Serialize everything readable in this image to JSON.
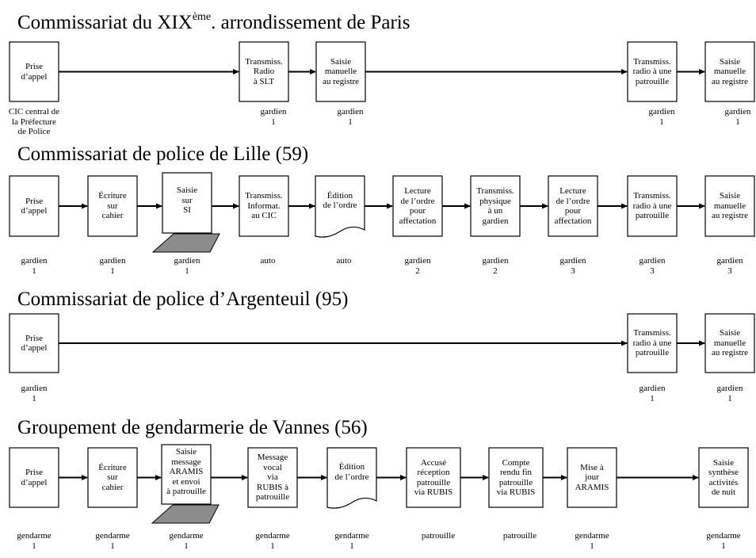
{
  "sections": [
    {
      "id": "paris",
      "title": "Commissariat du XIX",
      "title_sup": "ème",
      "title_rest": ". arrondissement de Paris",
      "steps": [
        {
          "label": "Prise\nd’appel",
          "actor": "CIC central de\nla Préfecture\nde Police",
          "shape": "box"
        },
        {
          "label": "Transmiss.\nRadio\nà SLT",
          "actor": "gardien\n1",
          "shape": "box"
        },
        {
          "label": "Saisie\nmanuelle\nau registre",
          "actor": "gardien\n1",
          "shape": "box"
        },
        {
          "label": "Transmiss.\nradio à une\npatrouille",
          "actor": "gardien\n1",
          "shape": "box"
        },
        {
          "label": "Saisie\nmanuelle\nau registre",
          "actor": "gardien\n1",
          "shape": "box"
        }
      ]
    },
    {
      "id": "lille",
      "title": "Commissariat de police de Lille (59)",
      "steps": [
        {
          "label": "Prise\nd’appel",
          "actor": "gardien\n1",
          "shape": "box"
        },
        {
          "label": "Écriture\nsur\ncahier",
          "actor": "gardien\n1",
          "shape": "box"
        },
        {
          "label": "Saisie\nsur\nSI",
          "actor": "gardien\n1",
          "shape": "manual-input"
        },
        {
          "label": "Transmiss.\nInformat.\nau CIC",
          "actor": "auto",
          "shape": "box"
        },
        {
          "label": "Édition\nde l’ordre",
          "actor": "auto",
          "shape": "document"
        },
        {
          "label": "Lecture\nde l’ordre\npour\naffectation",
          "actor": "gardien\n2",
          "shape": "box"
        },
        {
          "label": "Transmiss.\nphysique\nà un\ngardien",
          "actor": "gardien\n2",
          "shape": "box"
        },
        {
          "label": "Lecture\nde l’ordre\npour\naffectation",
          "actor": "gardien\n3",
          "shape": "box"
        },
        {
          "label": "Transmiss.\nradio à une\npatrouille",
          "actor": "gardien\n3",
          "shape": "box"
        },
        {
          "label": "Saisie\nmanuelle\nau registre",
          "actor": "gardien\n3",
          "shape": "box"
        }
      ]
    },
    {
      "id": "argenteuil",
      "title": "Commissariat de police d’Argenteuil (95)",
      "steps": [
        {
          "label": "Prise\nd’appel",
          "actor": "gardien\n1",
          "shape": "box"
        },
        {
          "label": "Transmiss.\nradio à une\npatrouille",
          "actor": "gardien\n1",
          "shape": "box"
        },
        {
          "label": "Saisie\nmanuelle\nau registre",
          "actor": "gardien\n1",
          "shape": "box"
        }
      ]
    },
    {
      "id": "vannes",
      "title": "Groupement de gendarmerie de Vannes (56)",
      "steps": [
        {
          "label": "Prise\nd’appel",
          "actor": "gendarme\n1",
          "shape": "box"
        },
        {
          "label": "Écriture\nsur\ncahier",
          "actor": "gendarme\n1",
          "shape": "box"
        },
        {
          "label": "Saisie\nmessage\nARAMIS\net envoi\nà patrouille",
          "actor": "gendarme\n1",
          "shape": "manual-input"
        },
        {
          "label": "Message\nvocal\nvia\nRUBIS à\npatrouille",
          "actor": "gendarme\n1",
          "shape": "box"
        },
        {
          "label": "Édition\nde l’ordre",
          "actor": "gendarme\n1",
          "shape": "document"
        },
        {
          "label": "Accusé\nréception\npatrouille\nvia RUBIS",
          "actor": "patrouille",
          "shape": "box"
        },
        {
          "label": "Compte\nrendu fin\npatrouille\nvia RUBIS",
          "actor": "patrouille",
          "shape": "box"
        },
        {
          "label": "Mise à\njour\nARAMIS",
          "actor": "gendarme\n1",
          "shape": "box"
        },
        {
          "label": "Saisie\nsynthèse\nactivités\nde nuit",
          "actor": "gendarme\n1",
          "shape": "box"
        }
      ]
    }
  ],
  "colors": {
    "stroke": "#000000",
    "fill": "#ffffff",
    "shadow": "#8c8c8c"
  }
}
